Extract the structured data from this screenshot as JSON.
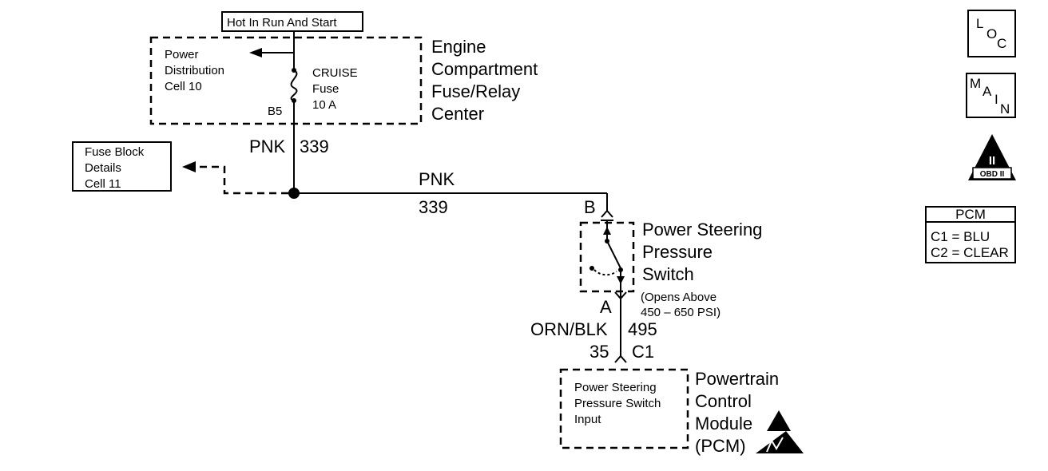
{
  "hot_label": "Hot In Run And Start",
  "engine_center": {
    "title_lines": [
      "Engine",
      "Compartment",
      "Fuse/Relay",
      "Center"
    ],
    "power_dist_lines": [
      "Power",
      "Distribution",
      "Cell 10"
    ],
    "fuse_name": "CRUISE",
    "fuse_word": "Fuse",
    "fuse_rating": "10 A",
    "pin": "B5"
  },
  "wire_upper": {
    "color": "PNK",
    "circuit": "339"
  },
  "wire_main": {
    "color": "PNK",
    "circuit": "339"
  },
  "fuse_block_lines": [
    "Fuse Block",
    "Details",
    "Cell 11"
  ],
  "switch": {
    "pin_top": "B",
    "pin_bottom": "A",
    "title_lines": [
      "Power Steering",
      "Pressure",
      "Switch"
    ],
    "note_lines": [
      "(Opens Above",
      "450 – 650 PSI)"
    ]
  },
  "wire_lower": {
    "color": "ORN/BLK",
    "circuit": "495"
  },
  "connector": {
    "pin": "35",
    "name": "C1"
  },
  "pcm": {
    "input_lines": [
      "Power Steering",
      "Pressure Switch",
      "Input"
    ],
    "title_lines": [
      "Powertrain",
      "Control",
      "Module",
      "(PCM)"
    ]
  },
  "icons": {
    "loc": [
      "L",
      "O",
      "C"
    ],
    "main": [
      "M",
      "A",
      "I",
      "N"
    ],
    "obd": {
      "numeral": "II",
      "label": "OBD II"
    }
  },
  "pcm_legend": {
    "title": "PCM",
    "lines": [
      "C1 = BLU",
      "C2 = CLEAR"
    ]
  }
}
